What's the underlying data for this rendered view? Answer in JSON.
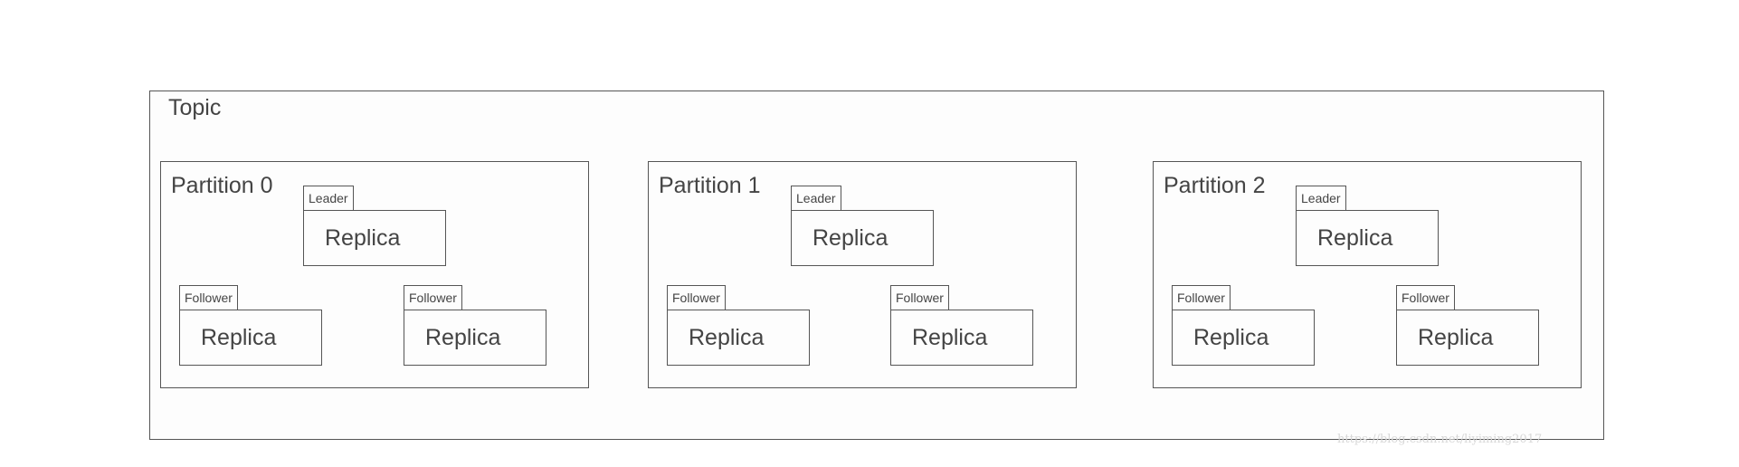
{
  "topic": {
    "label": "Topic"
  },
  "partitions": [
    {
      "label": "Partition 0",
      "leader": {
        "role": "Leader",
        "label": "Replica"
      },
      "followers": [
        {
          "role": "Follower",
          "label": "Replica"
        },
        {
          "role": "Follower",
          "label": "Replica"
        }
      ]
    },
    {
      "label": "Partition 1",
      "leader": {
        "role": "Leader",
        "label": "Replica"
      },
      "followers": [
        {
          "role": "Follower",
          "label": "Replica"
        },
        {
          "role": "Follower",
          "label": "Replica"
        }
      ]
    },
    {
      "label": "Partition 2",
      "leader": {
        "role": "Leader",
        "label": "Replica"
      },
      "followers": [
        {
          "role": "Follower",
          "label": "Replica"
        },
        {
          "role": "Follower",
          "label": "Replica"
        }
      ]
    }
  ],
  "watermark": "https://blog.csdn.net/liyiming2017"
}
